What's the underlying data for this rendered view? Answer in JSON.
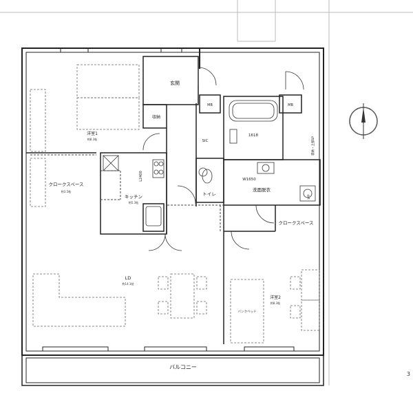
{
  "rooms": {
    "genkan": "玄関",
    "shuno": "収納",
    "yoshitsu1": "洋室1",
    "yoshitsu1_area": "約8.3帖",
    "closet_left": "クロークスペース",
    "closet_left_area": "約3.5帖",
    "kitchen": "キッチン",
    "kitchen_area": "約5.3帖",
    "ld": "LD",
    "ld_area": "約14.1帖",
    "toilet": "トイレ",
    "senmen": "洗面脱衣",
    "closet_right": "クロークスペース",
    "yoshitsu2": "洋室2",
    "yoshitsu2_area": "約8.3帖",
    "balcony": "バルコニー",
    "bunk_bed": "バンクベッド"
  },
  "labels": {
    "mb_left": "MB",
    "mb_right": "MB",
    "sic": "SIC",
    "bath_size": "1618",
    "kitchen_size": "L2400",
    "w_size": "W1650",
    "pipe_label": "収納・上部SP",
    "wp": "WP"
  },
  "edge_text": "3"
}
